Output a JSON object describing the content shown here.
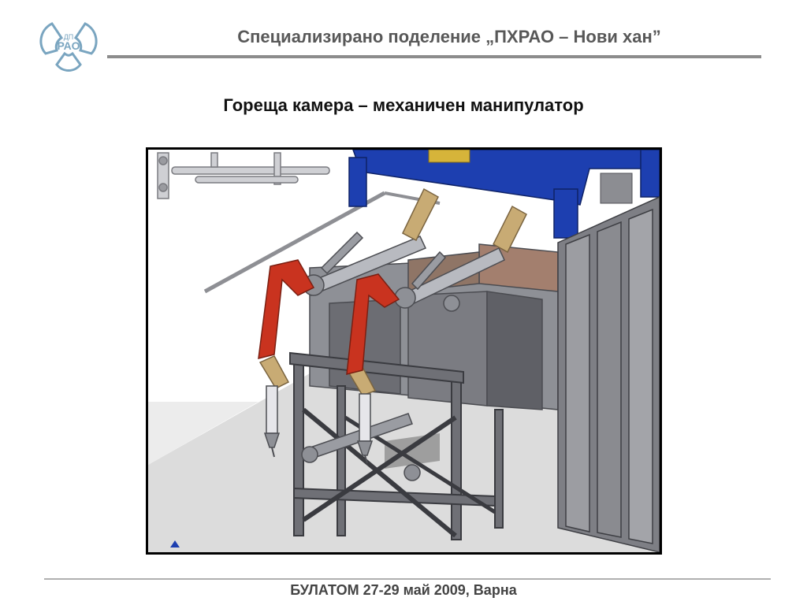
{
  "logo": {
    "text_small": "ДП",
    "text_main": "РАО",
    "icon": "trefoil-logo-icon"
  },
  "header": {
    "title": "Специализирано поделение „ПХРАО – Нови хан”"
  },
  "slide": {
    "title": "Гореща камера – механичен манипулатор"
  },
  "figure": {
    "subject": "hot-cell-mechanical-manipulator-3d-model"
  },
  "footer": {
    "text": "БУЛАТОМ 27-29 май 2009, Варна"
  },
  "colors": {
    "logo": "#7aa5c0",
    "header_text": "#585858",
    "rule": "#8c8c8c",
    "manipulator_red": "#c9331f",
    "manipulator_tan": "#c8ab74",
    "crane_blue": "#1d3fb0",
    "steel": "#7d7e84"
  }
}
